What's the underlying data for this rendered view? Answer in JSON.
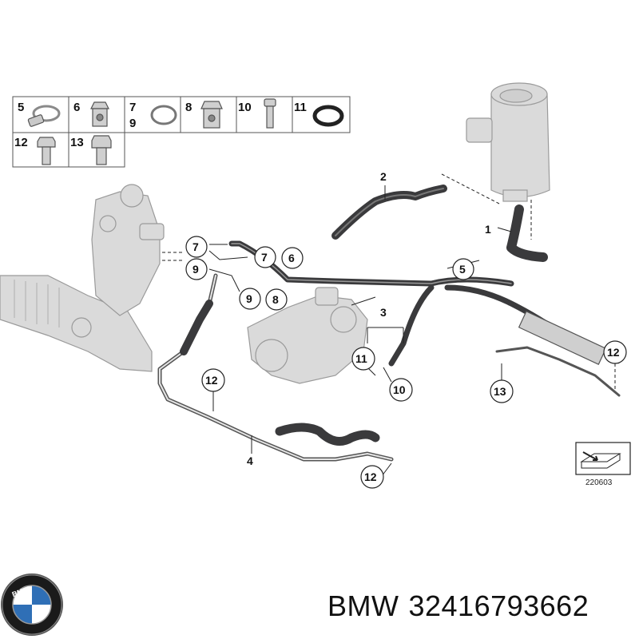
{
  "legend": {
    "cells": [
      {
        "num": "5"
      },
      {
        "num": "6"
      },
      {
        "num": "7",
        "num2": "9"
      },
      {
        "num": "8"
      },
      {
        "num": "10"
      },
      {
        "num": "11"
      },
      {
        "num": "12"
      },
      {
        "num": "13"
      }
    ]
  },
  "callouts": [
    {
      "label": "1"
    },
    {
      "label": "2"
    },
    {
      "label": "3"
    },
    {
      "label": "4"
    },
    {
      "label": "5"
    },
    {
      "label": "6"
    },
    {
      "label": "7"
    },
    {
      "label": "7"
    },
    {
      "label": "8"
    },
    {
      "label": "9"
    },
    {
      "label": "9"
    },
    {
      "label": "10"
    },
    {
      "label": "11"
    },
    {
      "label": "12"
    },
    {
      "label": "12"
    },
    {
      "label": "12"
    },
    {
      "label": "13"
    }
  ],
  "reference_code": "220603",
  "brand": {
    "name": "BMW",
    "part_number": "32416793662",
    "logo_letters": "BMW"
  },
  "colors": {
    "line": "#222222",
    "hose": "#3a3a3c",
    "ghost_part": "#d7d7d7",
    "ghost_stroke": "#8f8f8f",
    "bmw_blue": "#2f6fb6"
  }
}
